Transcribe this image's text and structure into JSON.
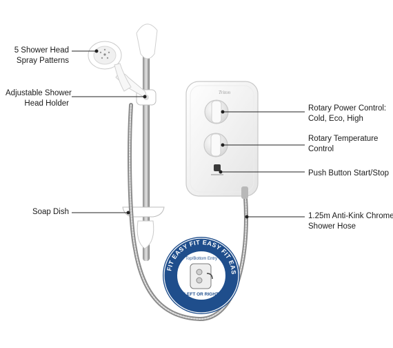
{
  "labels": {
    "spray_patterns": [
      "5 Shower Head",
      "Spray Patterns"
    ],
    "head_holder": [
      "Adjustable Shower",
      "Head Holder"
    ],
    "soap_dish": [
      "Soap Dish"
    ],
    "power_control": [
      "Rotary Power Control:",
      "Cold, Eco, High"
    ],
    "temperature_control": [
      "Rotary Temperature",
      "Control"
    ],
    "push_button": [
      "Push Button Start/Stop"
    ],
    "hose": [
      "1.25m Anti-Kink Chrome",
      "Shower Hose"
    ]
  },
  "badge": {
    "ring_text": "EASY FIT   EASY FIT   EASY FIT   EASY FIT",
    "inner_top": "Top/Bottom Entry",
    "inner_bottom": "LEFT OR RIGHT",
    "colors": {
      "ring": "#1f4e8c",
      "inner": "#ffffff"
    }
  },
  "unit": {
    "brand_logo": "Triton"
  },
  "colors": {
    "line": "#222222",
    "unit_body": "#f4f4f4",
    "chrome": "#9a9a9a"
  }
}
